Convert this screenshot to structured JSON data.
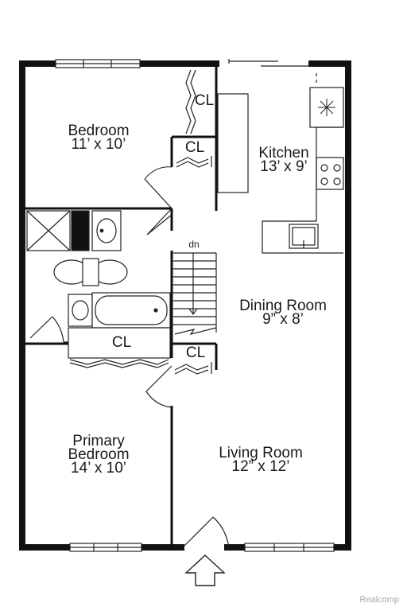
{
  "rooms": {
    "bedroom": {
      "name": "Bedroom",
      "dims": "11’ x 10’"
    },
    "kitchen": {
      "name": "Kitchen",
      "dims": "13’ x 9’"
    },
    "dining": {
      "name": "Dining Room",
      "dims": "9” x 8’"
    },
    "primary": {
      "name_line1": "Primary",
      "name_line2": "Bedroom",
      "dims": "14’ x 10’"
    },
    "living": {
      "name": "Living Room",
      "dims": "12” x 12’"
    }
  },
  "closets": [
    "CL",
    "CL",
    "CL",
    "CL"
  ],
  "stairs_label": "dn",
  "watermark": "Realcomp",
  "colors": {
    "wall": "#111111",
    "line": "#222222",
    "background": "#ffffff",
    "watermark": "#a8a8a8"
  }
}
